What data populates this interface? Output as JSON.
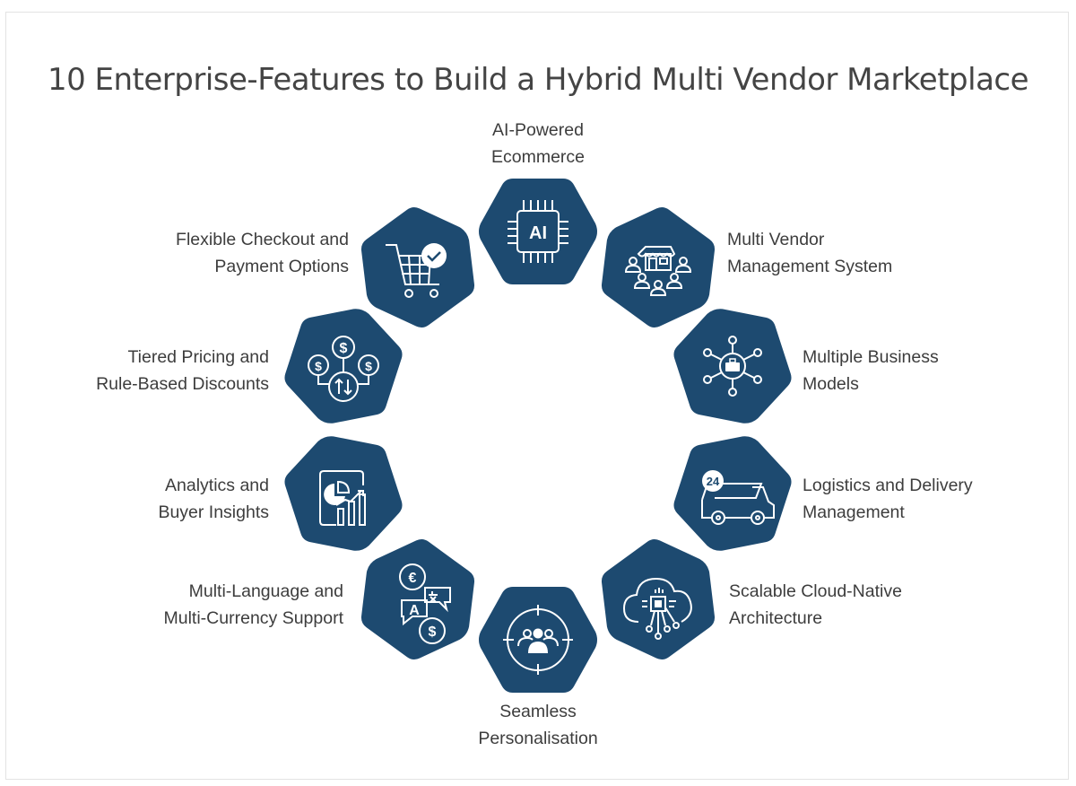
{
  "title": "10 Enterprise-Features to Build a Hybrid Multi Vendor Marketplace",
  "colors": {
    "hexagon": "#1d4a70",
    "icon": "#ffffff",
    "text": "#3d3d3d",
    "title": "#444444"
  },
  "features": [
    {
      "id": "ai",
      "icon": "ai-chip-icon",
      "icon_text": "AI",
      "lines": [
        "AI-Powered",
        "Ecommerce"
      ]
    },
    {
      "id": "multivendor",
      "icon": "storefront-users-icon",
      "lines": [
        "Multi Vendor",
        "Management System"
      ]
    },
    {
      "id": "business",
      "icon": "briefcase-network-icon",
      "lines": [
        "Multiple Business",
        "Models"
      ]
    },
    {
      "id": "logistics",
      "icon": "delivery-truck-24-icon",
      "icon_text": "24",
      "lines": [
        "Logistics and Delivery",
        "Management"
      ]
    },
    {
      "id": "cloud",
      "icon": "cloud-chip-icon",
      "lines": [
        "Scalable Cloud-Native",
        "Architecture"
      ]
    },
    {
      "id": "personalisation",
      "icon": "target-users-icon",
      "lines": [
        "Seamless",
        "Personalisation"
      ]
    },
    {
      "id": "language",
      "icon": "language-currency-icon",
      "icon_text": [
        "€",
        "A",
        "$"
      ],
      "lines": [
        "Multi-Language and",
        "Multi-Currency Support"
      ]
    },
    {
      "id": "analytics",
      "icon": "analytics-chart-icon",
      "lines": [
        "Analytics and",
        "Buyer Insights"
      ]
    },
    {
      "id": "tiered",
      "icon": "dollar-exchange-icon",
      "icon_text": "$",
      "lines": [
        "Tiered Pricing and",
        "Rule-Based Discounts"
      ]
    },
    {
      "id": "checkout",
      "icon": "cart-check-icon",
      "lines": [
        "Flexible Checkout and",
        "Payment Options"
      ]
    }
  ]
}
